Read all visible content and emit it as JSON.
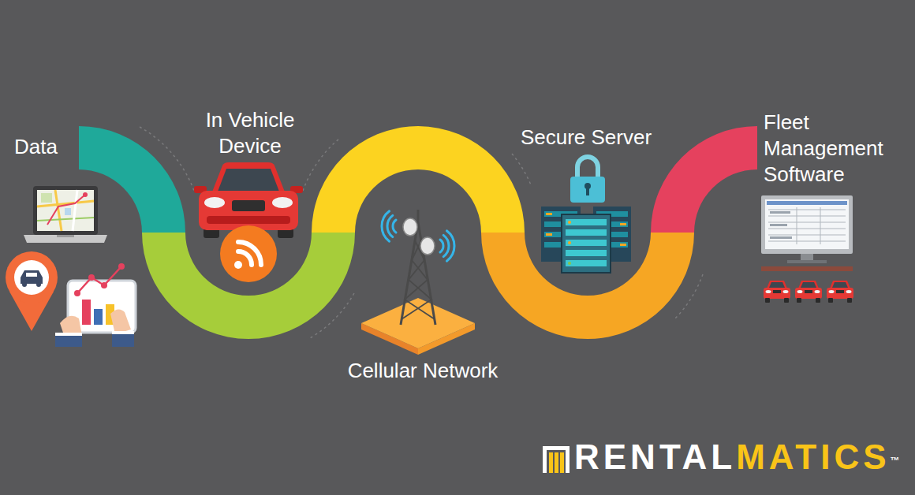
{
  "diagram": {
    "nodes": [
      {
        "text": [
          "Data"
        ]
      },
      {
        "text": [
          "In Vehicle Device"
        ]
      },
      {
        "text": [
          "Cellular Network"
        ]
      },
      {
        "text": [
          "Secure Server"
        ]
      },
      {
        "text": [
          "Fleet Management Software"
        ]
      }
    ],
    "labels": [
      "RENTAL",
      "MATICS",
      "™"
    ]
  }
}
